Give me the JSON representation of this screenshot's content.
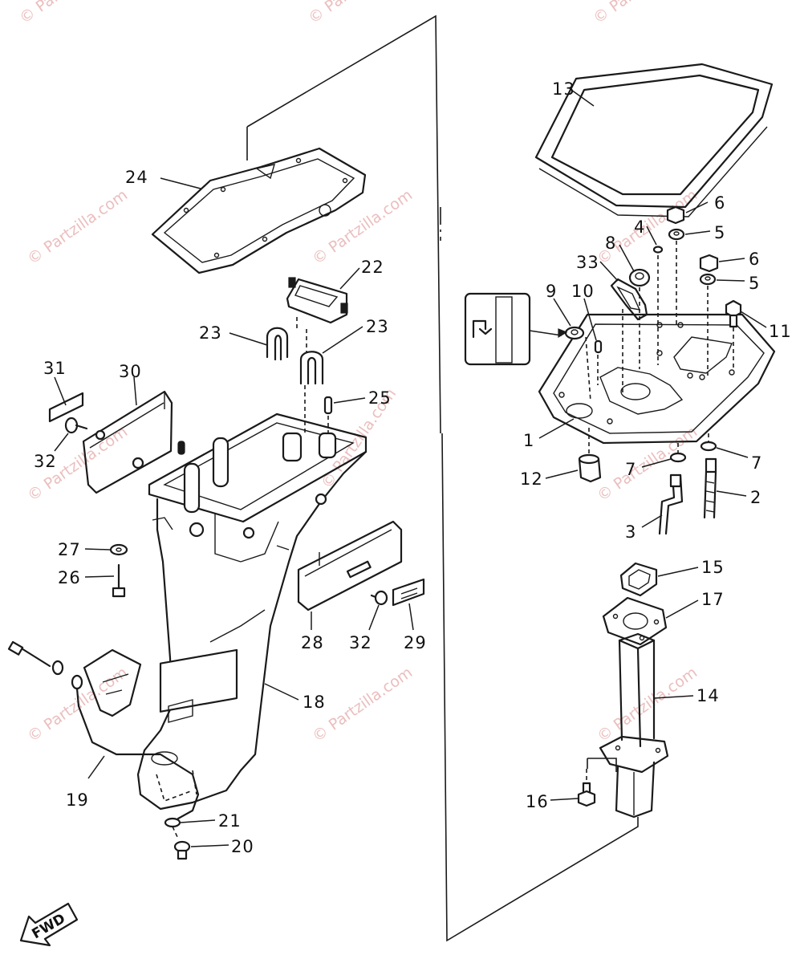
{
  "watermark": {
    "text": "© Partzilla.com",
    "color": "#e5a9a9"
  },
  "direction_arrow": {
    "label": "FWD"
  },
  "callouts": {
    "c1": "1",
    "c2": "2",
    "c3": "3",
    "c4": "4",
    "c5a": "5",
    "c5b": "5",
    "c6a": "6",
    "c6b": "6",
    "c7a": "7",
    "c7b": "7",
    "c8": "8",
    "c9": "9",
    "c10": "10",
    "c11": "11",
    "c12": "12",
    "c13": "13",
    "c14": "14",
    "c15": "15",
    "c16": "16",
    "c17": "17",
    "c18": "18",
    "c19": "19",
    "c20": "20",
    "c21": "21",
    "c22": "22",
    "c23a": "23",
    "c23b": "23",
    "c24": "24",
    "c25": "25",
    "c26": "26",
    "c27": "27",
    "c28": "28",
    "c29": "29",
    "c30": "30",
    "c31": "31",
    "c32a": "32",
    "c32b": "32",
    "c33": "33"
  }
}
